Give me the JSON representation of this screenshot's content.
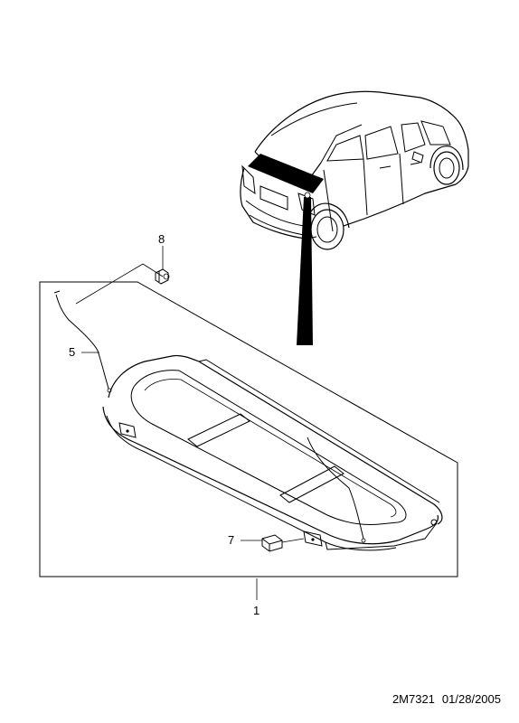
{
  "diagram": {
    "callouts": [
      {
        "id": "callout-1",
        "label": "1"
      },
      {
        "id": "callout-5",
        "label": "5"
      },
      {
        "id": "callout-7",
        "label": "7"
      },
      {
        "id": "callout-8",
        "label": "8"
      }
    ]
  },
  "footer": {
    "drawing_number": "2M7321",
    "date": "01/28/2005"
  },
  "colors": {
    "line": "#000000",
    "background": "#ffffff",
    "highlight": "#000000"
  }
}
